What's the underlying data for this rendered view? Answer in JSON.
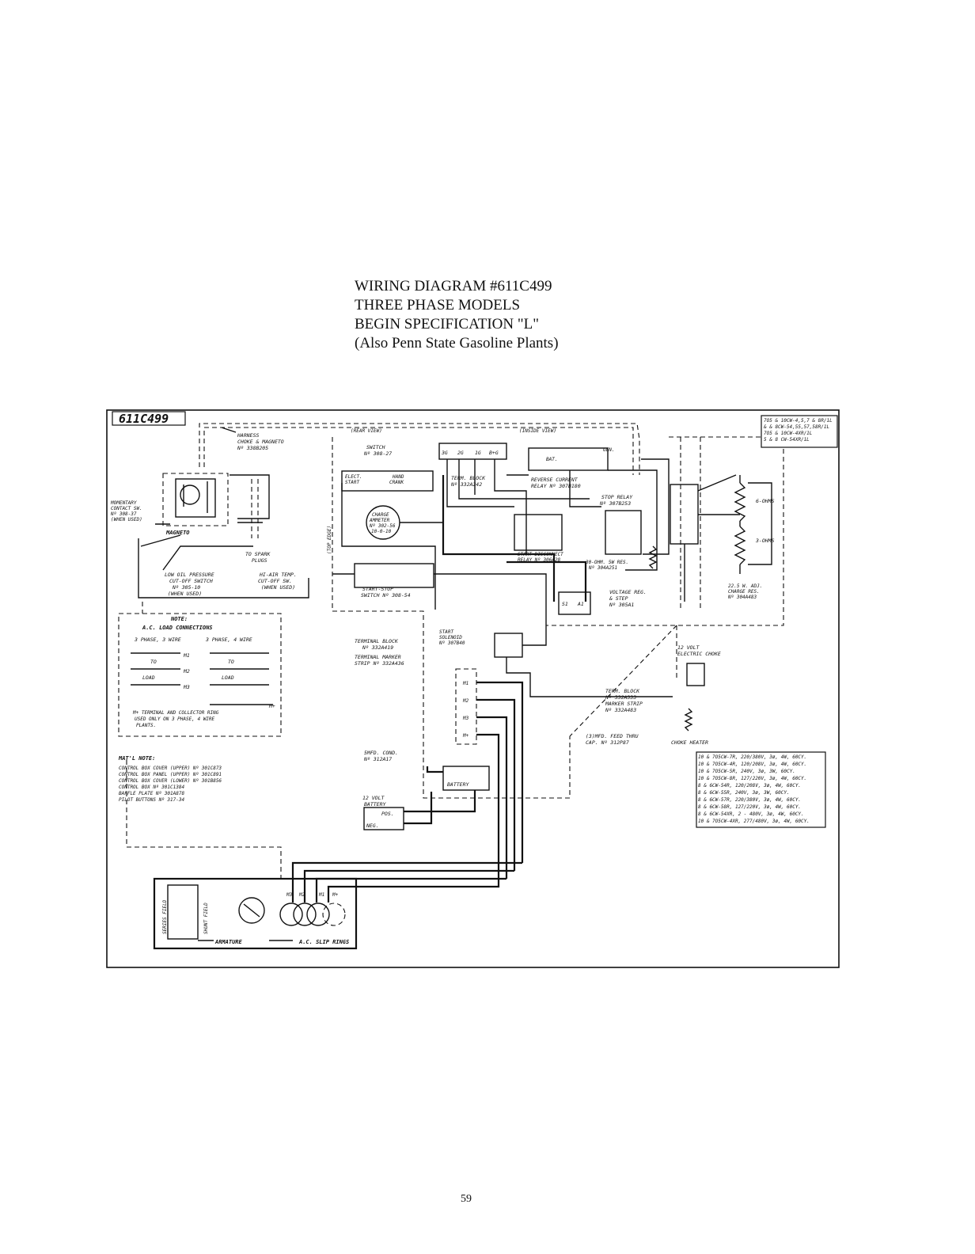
{
  "title": {
    "line1": "WIRING DIAGRAM #611C499",
    "line2": "THREE PHASE MODELS",
    "line3": "BEGIN SPECIFICATION \"L\"",
    "line4": "(Also Penn State Gasoline Plants)"
  },
  "page_number": "59",
  "diagram": {
    "drawing_number": "611C499",
    "views": {
      "rear": "(REAR VIEW)",
      "inside": "(INSIDE VIEW)",
      "top_edge": "(TOP EDGE)"
    },
    "labels": {
      "harness": [
        "HARNESS",
        "CHOKE & MAGNETO",
        "Nº 338B205"
      ],
      "momentary": [
        "MOMENTARY",
        "CONTACT SW.",
        "Nº 308-37",
        "(WHEN USED)"
      ],
      "magneto": "MAGNETO",
      "spark": [
        "TO SPARK",
        "PLUGS"
      ],
      "low_oil": [
        "LOW OIL PRESSURE",
        "CUT-OFF SWITCH",
        "Nº 305-10",
        "(WHEN USED)"
      ],
      "hi_air": [
        "HI-AIR TEMP.",
        "CUT-OFF SW.",
        "(WHEN USED)"
      ],
      "switch": [
        "SWITCH",
        "Nº 308-27"
      ],
      "elect_start": [
        "ELECT.",
        "START"
      ],
      "hand_crank": [
        "HAND",
        "CRANK"
      ],
      "charge_ammeter": [
        "CHARGE",
        "AMMETER",
        "Nº 302-56",
        "10-0-10"
      ],
      "start_stop": [
        "START-STOP",
        "SWITCH Nº 308-54"
      ],
      "term_block_top": [
        "TERM. BLOCK",
        "Nº 332A242"
      ],
      "terminals_top": [
        "3G",
        "2G",
        "1G",
        "B+G"
      ],
      "reverse_relay": [
        "REVERSE CURRENT",
        "RELAY Nº 307B180"
      ],
      "bat_gen": [
        "BAT.",
        "GEN."
      ],
      "stop_relay": [
        "STOP RELAY",
        "Nº 307B253"
      ],
      "start_disconnect": [
        "START DISCONNECT",
        "RELAY Nº 306A28"
      ],
      "resistor_30": [
        "30-OHM. 5W RES.",
        "Nº 304A251"
      ],
      "voltage_reg": [
        "VOLTAGE REG.",
        "& STEP",
        "Nº 305A1"
      ],
      "ohms6": "6-OHMS",
      "ohms3": "3-OHMS",
      "charge_res": [
        "22.5 W. ADJ.",
        "CHARGE RES.",
        "Nº 304A483"
      ],
      "start_solenoid": [
        "START",
        "SOLENOID",
        "Nº 307B40"
      ],
      "terminal_block": [
        "TERMINAL BLOCK",
        "Nº 332A419"
      ],
      "marker_strip": [
        "TERMINAL MARKER",
        "STRIP Nº 332A436"
      ],
      "electric_choke": [
        "12 VOLT",
        "ELECTRIC CHOKE"
      ],
      "term_block_right": [
        "TERM. BLOCK",
        "Nº 332A333",
        "MARKER STRIP",
        "Nº 332A483"
      ],
      "feed_thru": [
        "(3)MFD. FEED THRU",
        "CAP. Nº 312P87"
      ],
      "choke_heater": "CHOKE HEATER",
      "cond": [
        "5MFD. COND.",
        "Nº 312A17"
      ],
      "battery": "BATTERY",
      "battery_12v": [
        "12 VOLT",
        "BATTERY"
      ],
      "pos": "POS.",
      "neg": "NEG.",
      "series_field": "SERIES FIELD",
      "shunt_field": "SHUNT FIELD",
      "armature": "ARMATURE",
      "slip_rings": "A.C. SLIP RINGS",
      "ring_labels": [
        "M3",
        "M2",
        "M1",
        "M+"
      ],
      "ms": [
        "M1",
        "M2",
        "M3",
        "M+"
      ],
      "s1": "S1",
      "a1": "A1"
    },
    "note_box": {
      "title": "NOTE:",
      "subtitle": "A.C. LOAD CONNECTIONS",
      "col1": "3 PHASE, 3 WIRE",
      "col2": "3 PHASE, 4 WIRE",
      "to": "TO",
      "load": "LOAD",
      "terminals": [
        "M1",
        "M2",
        "M3",
        "M+"
      ],
      "footnote": [
        "M+ TERMINAL AND COLLECTOR RING",
        "USED ONLY ON 3 PHASE, 4 WIRE",
        "PLANTS."
      ]
    },
    "mat_note": {
      "title": "MAT'L NOTE:",
      "lines": [
        "CONTROL BOX COVER (UPPER) Nº 301C873",
        "CONTROL BOX PANEL (UPPER) Nº 301C891",
        "CONTROL BOX COVER (LOWER) Nº 301B856",
        "CONTROL BOX Nº 301C1384",
        "BAFFLE PLATE Nº 301A878",
        "PILOT BUTTONS Nº 317-34"
      ]
    },
    "top_right_models": [
      "7O5 & 10CW-4,5,7 & 8R/1L",
      "& & 8CW-54,55,57,58R/1L",
      "7O5 & 10CW-4XR/1L",
      "5 & 8 CW-54XR/1L"
    ],
    "model_table": [
      "10 & 7O5CW-7R, 220/380V, 3ø, 4W, 60CY.",
      "10 & 7O5CW-4R, 120/208V, 3ø, 4W, 60CY.",
      "10 & 7O5CW-5R, 240V, 3ø, 3W, 60CY.",
      "10 & 7O5CW-8R, 127/220V, 3ø, 4W, 60CY.",
      "8 & 6CW-54R, 120/208V, 3ø, 4W, 60CY.",
      "8 & 6CW-55R, 240V, 3ø, 3W, 60CY.",
      "8 & 6CW-57R, 220/380V, 3ø, 4W, 60CY.",
      "8 & 6CW-58R, 127/220V, 3ø, 4W, 60CY.",
      "8 & 6CW-54XR, 2 - 480V, 3ø, 4W, 60CY.",
      "10 & 7O5CW-4XR, 277/480V, 3ø, 4W, 60CY."
    ]
  }
}
